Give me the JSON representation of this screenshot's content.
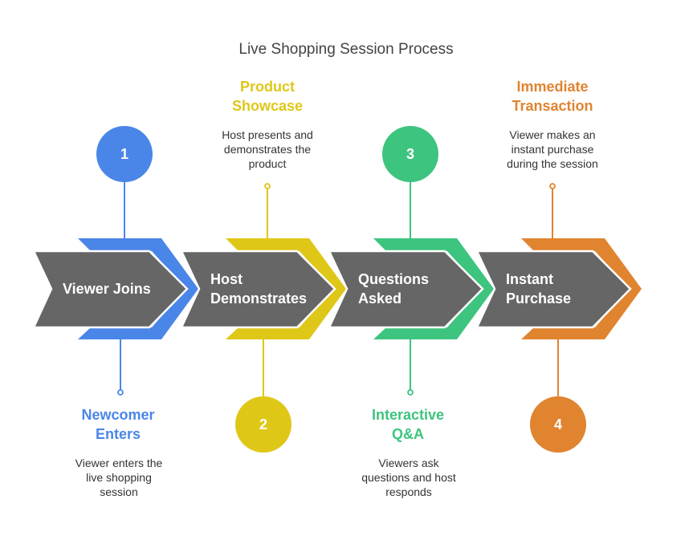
{
  "title": "Live Shopping Session Process",
  "steps": [
    {
      "number": "1",
      "color": "#4a86e8",
      "arrow_label": [
        "Viewer Joins"
      ],
      "heading": [
        "Newcomer",
        "Enters"
      ],
      "description": [
        "Viewer enters the",
        "live shopping",
        "session"
      ],
      "circle_position": "top",
      "text_position": "bottom"
    },
    {
      "number": "2",
      "color": "#dfc718",
      "arrow_label": [
        "Host",
        "Demonstrates"
      ],
      "heading": [
        "Product",
        "Showcase"
      ],
      "description": [
        "Host presents and",
        "demonstrates the",
        "product"
      ],
      "circle_position": "bottom",
      "text_position": "top"
    },
    {
      "number": "3",
      "color": "#3dc47e",
      "arrow_label": [
        "Questions",
        "Asked"
      ],
      "heading": [
        "Interactive",
        "Q&A"
      ],
      "description": [
        "Viewers ask",
        "questions and host",
        "responds"
      ],
      "circle_position": "top",
      "text_position": "bottom"
    },
    {
      "number": "4",
      "color": "#e08430",
      "arrow_label": [
        "Instant",
        "Purchase"
      ],
      "heading": [
        "Immediate",
        "Transaction"
      ],
      "description": [
        "Viewer makes an",
        "instant purchase",
        "during the session"
      ],
      "circle_position": "bottom",
      "text_position": "top"
    }
  ],
  "arrow_color": "#666666"
}
